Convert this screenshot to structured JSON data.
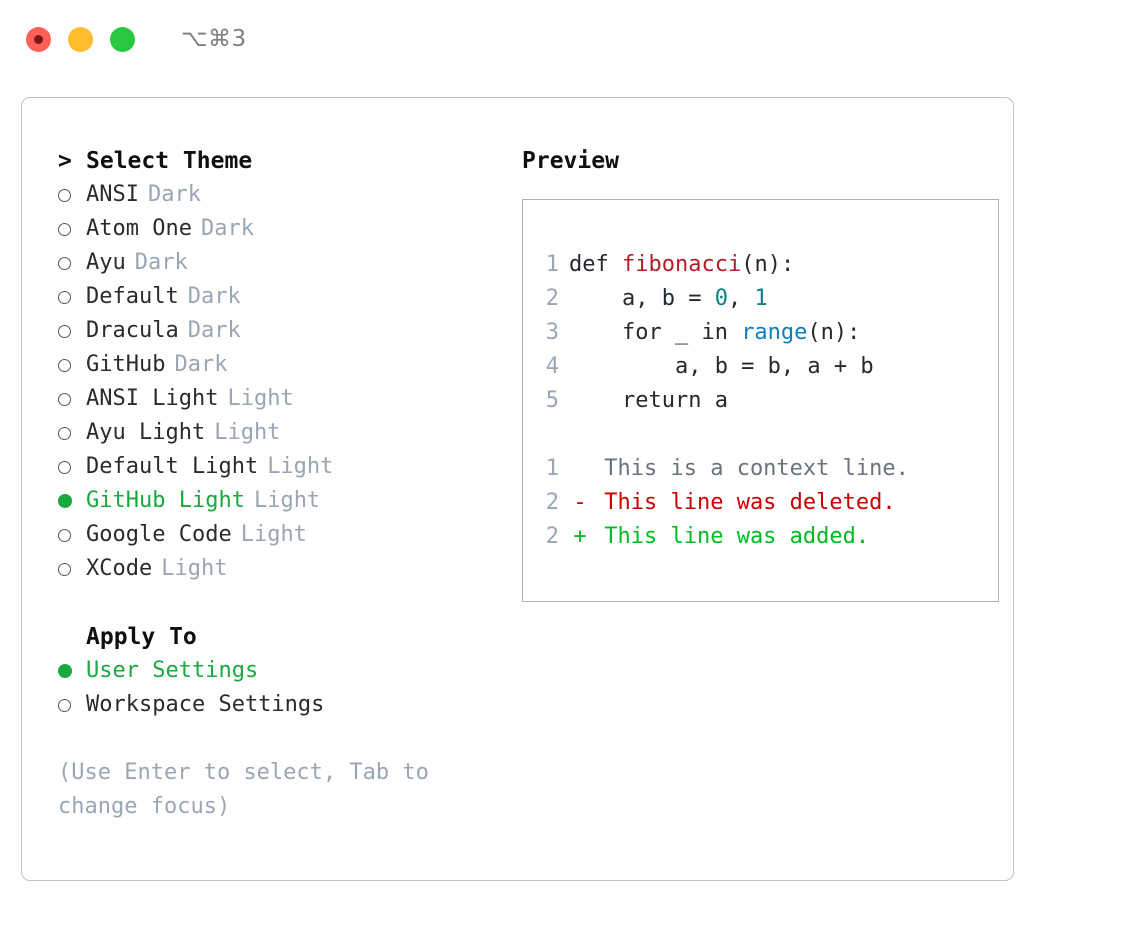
{
  "titlebar": {
    "shortcut": "⌥⌘3",
    "buttons": [
      "close",
      "minimize",
      "maximize"
    ]
  },
  "theme_select": {
    "heading": "Select Theme",
    "caret": ">",
    "options": [
      {
        "label": "ANSI",
        "tag": "Dark",
        "selected": false
      },
      {
        "label": "Atom One",
        "tag": "Dark",
        "selected": false
      },
      {
        "label": "Ayu",
        "tag": "Dark",
        "selected": false
      },
      {
        "label": "Default",
        "tag": "Dark",
        "selected": false
      },
      {
        "label": "Dracula",
        "tag": "Dark",
        "selected": false
      },
      {
        "label": "GitHub",
        "tag": "Dark",
        "selected": false
      },
      {
        "label": "ANSI Light",
        "tag": "Light",
        "selected": false
      },
      {
        "label": "Ayu Light",
        "tag": "Light",
        "selected": false
      },
      {
        "label": "Default Light",
        "tag": "Light",
        "selected": false
      },
      {
        "label": "GitHub Light",
        "tag": "Light",
        "selected": true
      },
      {
        "label": "Google Code",
        "tag": "Light",
        "selected": false
      },
      {
        "label": "XCode",
        "tag": "Light",
        "selected": false
      }
    ]
  },
  "apply_to": {
    "heading": "Apply To",
    "options": [
      {
        "label": "User Settings",
        "selected": true
      },
      {
        "label": "Workspace Settings",
        "selected": false
      }
    ]
  },
  "hint": "(Use Enter to select, Tab to\nchange focus)",
  "preview": {
    "title": "Preview",
    "code_lines": [
      {
        "no": "1",
        "segments": [
          {
            "text": "def ",
            "cls": "code-text"
          },
          {
            "text": "fibonacci",
            "cls": "tok-fn"
          },
          {
            "text": "(n):",
            "cls": "code-text"
          }
        ]
      },
      {
        "no": "2",
        "segments": [
          {
            "text": "    a, b = ",
            "cls": "code-text"
          },
          {
            "text": "0",
            "cls": "tok-num"
          },
          {
            "text": ", ",
            "cls": "code-text"
          },
          {
            "text": "1",
            "cls": "tok-num"
          }
        ]
      },
      {
        "no": "3",
        "segments": [
          {
            "text": "    for _ in ",
            "cls": "code-text"
          },
          {
            "text": "range",
            "cls": "tok-build"
          },
          {
            "text": "(n):",
            "cls": "code-text"
          }
        ]
      },
      {
        "no": "4",
        "segments": [
          {
            "text": "        a, b = b, a + b",
            "cls": "code-text"
          }
        ]
      },
      {
        "no": "5",
        "segments": [
          {
            "text": "    return a",
            "cls": "code-text"
          }
        ]
      }
    ],
    "diff_lines": [
      {
        "no": "1",
        "marker": " ",
        "text": "This is a context line.",
        "cls": "diff-ctx"
      },
      {
        "no": "2",
        "marker": "-",
        "text": "This line was deleted.",
        "cls": "diff-del"
      },
      {
        "no": "2",
        "marker": "+",
        "text": "This line was added.",
        "cls": "diff-add"
      }
    ]
  },
  "colors": {
    "accent_green": "#19a93f",
    "muted_tag": "#9aa5b5",
    "border": "#b9c2ce",
    "preview_border": "#a8b2c1",
    "diff_delete": "#cc0000",
    "diff_add": "#00bb22",
    "token_function": "#b31d28",
    "token_number": "#0d8080",
    "token_builtin": "#0d7fc0",
    "light_red": "#ff6057",
    "light_amber": "#febc2e",
    "light_green": "#28c840"
  }
}
